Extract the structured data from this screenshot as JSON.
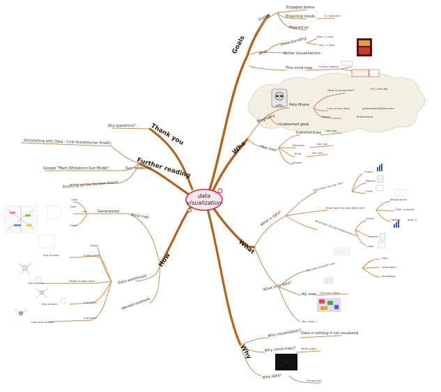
{
  "center": {
    "line1": "data",
    "line2": "visualization"
  },
  "branches": {
    "goals": {
      "label": "Goals",
      "during": {
        "label": "During",
        "items": [
          "Engaged brains",
          "Enquiring minds",
          "Pleased us"
        ],
        "enquiring_sub": "i.e. questions"
      },
      "after": {
        "label": "After",
        "items": [
          "Understanding",
          "Better visualizations"
        ],
        "understanding_sub": [
          "Data -> User",
          "User -> Data"
        ]
      },
      "this_mind_map": {
        "label": "This mind map",
        "further": "Further reading"
      }
    },
    "who": {
      "label": "Who",
      "bio": {
        "label": "Biography",
        "name": "Pete Moore",
        "items": [
          "What is my job title??",
          "Love of your Data",
          "Twitter",
          "Unabashed geek"
        ],
        "subs": [
          "DIT | Info Mgt",
          "petedatageek@data.com",
          "@datamoore"
        ]
      },
      "user": {
        "label": "\"The User\"",
        "items": [
          "Communicate",
          "Develops",
          "Build",
          "Browse"
        ],
        "subs": [
          "Ask user",
          "Ask user",
          "Ask user"
        ]
      }
    },
    "what": {
      "label": "What",
      "what_is": {
        "label": "What is data?",
        "q1": "What does the user see?",
        "q1_items": [
          "Charts",
          "Reports",
          "Grids"
        ],
        "q2": "What does the data bloke see?",
        "q2_items": [
          "Relationships",
          "Code - scourge",
          "Models"
        ],
        "q2_sub": "level 1?",
        "q3": "What does the data bloke produce?",
        "q3_items": [
          "Charts",
          "Reports",
          "Grids"
        ]
      },
      "what_isnt": {
        "label": "What isn't data?",
        "ds_view": "The Data Scientist view",
        "ds_items": [
          "Data",
          "Information",
          "Knowledge"
        ],
        "my_view": "My view",
        "decision": "Decision maker",
        "your_view": "Your view ( )"
      }
    },
    "why": {
      "label": "Why",
      "items": [
        "Why visualization?",
        "Why mind maps?",
        "Why data?"
      ],
      "subs": [
        "Data is nothing if not visualized",
        "White space",
        "The end-set"
      ]
    },
    "how": {
      "label": "How",
      "mind_map": {
        "label": "Mind map",
        "generalized": "Generalized",
        "hot": "Hot",
        "small": [
          "Grow",
          "Fade",
          "Clone"
        ]
      },
      "dw": {
        "label": "Data warehouse",
        "items": [
          "What?",
          "It gets worse",
          "Before it gets better",
          "And better",
          "And better"
        ],
        "stars": [
          "Star schema",
          "Star schema",
          "Star schema",
          "Hot's star schema"
        ]
      },
      "worked": "Worked example"
    },
    "further": {
      "label": "Further reading",
      "items": [
        "Storytelling with Data - Cole Nussbaumer Knaflic",
        "Google \"Mark Whitehorn Sun Model\"",
        "Anything on the Kanban board"
      ],
      "sun": "Sun modelling"
    },
    "thank": {
      "label": "Thank you",
      "q": "Any questions?"
    }
  },
  "colors": {
    "branch": "#b85c14",
    "branch_light": "#e0a060",
    "center_stroke": "#cc2a44",
    "cloud": "#f0ece0"
  },
  "icons": [
    "portrait-icon",
    "book-cover-icon",
    "chart-thumbnail-icon",
    "report-thumbnail-icon",
    "grid-thumbnail-icon"
  ]
}
